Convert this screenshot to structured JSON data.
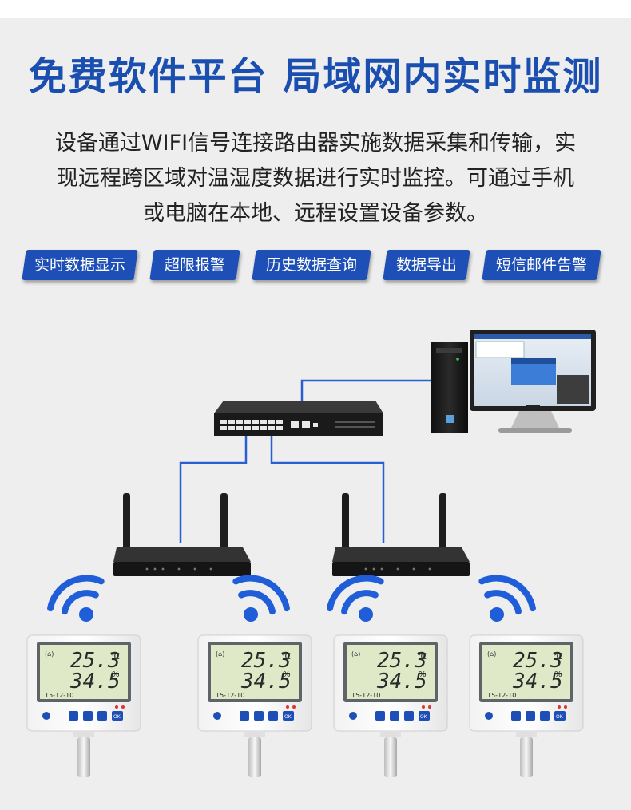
{
  "headline": "免费软件平台 局域网内实时监测",
  "description": [
    "设备通过WIFI信号连接路由器实施数据采集和传输，实",
    "现远程跨区域对温湿度数据进行实时监控。可通过手机",
    "或电脑在本地、远程设置设备参数。"
  ],
  "features": [
    "实时数据显示",
    "超限报警",
    "历史数据查询",
    "数据导出",
    "短信邮件告警"
  ],
  "device": {
    "temperature": "25.3",
    "temp_unit": "℃",
    "humidity": "34.5",
    "hum_unit": "%",
    "date": "15-12-10",
    "btn_ok": "OK"
  },
  "colors": {
    "brand_blue": "#1a4fb0",
    "tag_blue": "#1d4fb6",
    "wire_blue": "#2a5fd0",
    "wifi_blue": "#1f5ed8",
    "lcd_green": "#dfe9c8"
  },
  "icons": [
    "wifi-signal-icon",
    "router-icon",
    "network-switch-icon",
    "computer-icon"
  ]
}
